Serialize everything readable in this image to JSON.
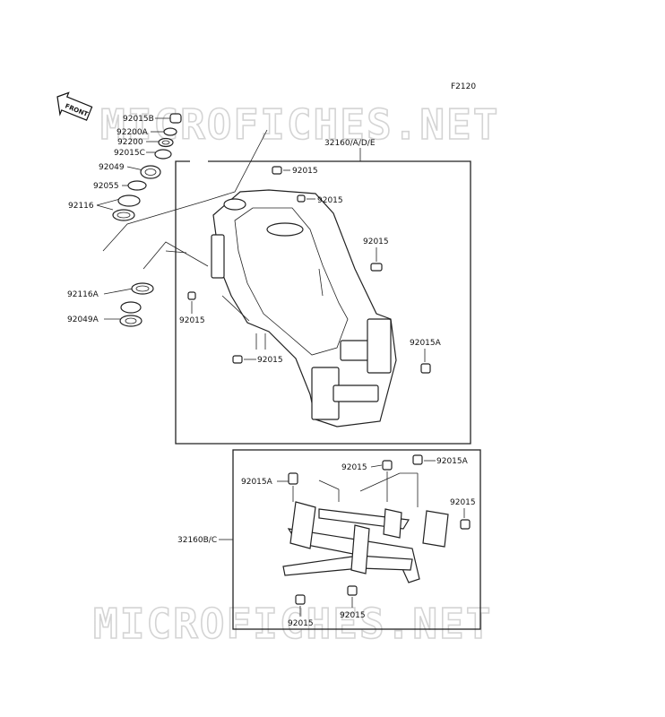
{
  "figure_code": "F2120",
  "watermark": "MICROFICHES.NET",
  "front_label": "FRONT",
  "parts": {
    "p92015B": "92015B",
    "p92200A": "92200A",
    "p92200": "92200",
    "p92015C": "92015C",
    "p92049": "92049",
    "p92055": "92055",
    "p92116": "92116",
    "p92116A": "92116A",
    "p92049A": "92049A",
    "main_frame": "32160/A/D/E",
    "sub_frame": "32160B/C",
    "bolt_92015": "92015",
    "bolt_92015A": "92015A"
  }
}
